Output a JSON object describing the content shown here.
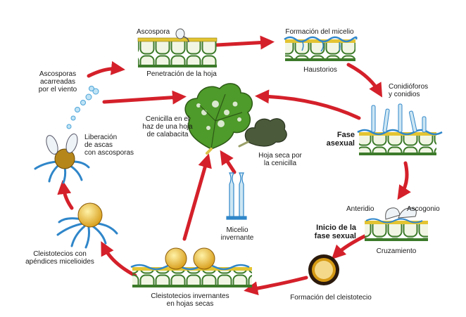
{
  "labels": {
    "ascospora": "Ascospora",
    "penetracion": "Penetración de la hoja",
    "formacion_micelio": "Formación del micelio",
    "haustorios": "Haustorios",
    "conidioforos": "Conidióforos\ny conidios",
    "fase_asexual": "Fase\nasexual",
    "anteridio": "Anteridio",
    "ascogonio": "Ascogonio",
    "inicio_fase_sexual": "Inicio de la\nfase sexual",
    "cruzamiento": "Cruzamiento",
    "formacion_cleistotecio": "Formación del cleistotecio",
    "cleistotecios_invernantes": "Cleistotecios invernantes\nen hojas secas",
    "cleistotecios_apendices": "Cleistotecios con\napéndices micelioides",
    "liberacion_ascas": "Liberación\nde ascas\ncon ascosporas",
    "ascosporas_viento": "Ascosporas\nacarreadas\npor el viento",
    "cenicilla_haz": "Cenicilla en el\nhaz de una hoja\nde calabacita",
    "hoja_seca": "Hoja seca por\nla cenicilla",
    "micelio_invernante": "Micelio\ninvernante"
  },
  "colors": {
    "arrow": "#d4202a",
    "leaf_green": "#4e9a2a",
    "cell_fill": "#f1f6e4",
    "cell_stroke": "#3c7a2a",
    "cuticle": "#e3c432",
    "mycelium": "#2f86c9",
    "fruit_body": "#e8b22a",
    "dry_leaf": "#4a5a3a"
  }
}
